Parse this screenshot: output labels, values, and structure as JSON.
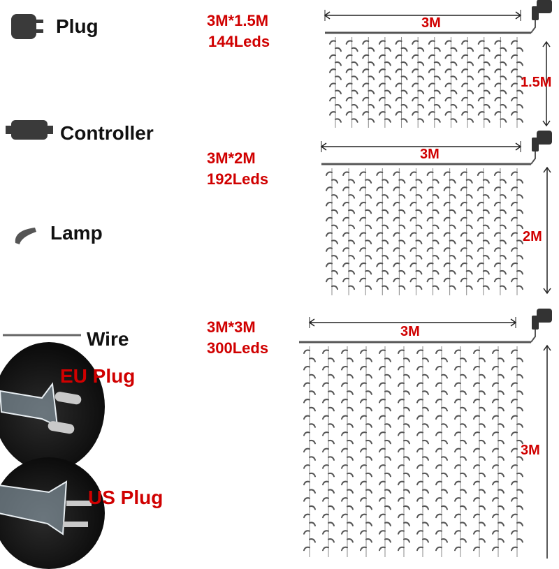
{
  "colors": {
    "accent": "#d00000",
    "text": "#111111",
    "line": "#555555"
  },
  "legend": {
    "plug": {
      "label": "Plug",
      "icon": "plug-icon"
    },
    "controller": {
      "label": "Controller",
      "icon": "controller-icon"
    },
    "lamp": {
      "label": "Lamp",
      "icon": "lamp-icon"
    },
    "wire": {
      "label": "Wire",
      "icon": "wire-icon"
    }
  },
  "plugs": {
    "eu": {
      "label": "EU Plug"
    },
    "us": {
      "label": "US Plug"
    }
  },
  "curtains": [
    {
      "size": "3M*1.5M",
      "leds": "144Leds",
      "width": "3M",
      "height": "1.5M",
      "strands": 12,
      "leds_per_strand": 12
    },
    {
      "size": "3M*2M",
      "leds": "192Leds",
      "width": "3M",
      "height": "2M",
      "strands": 12,
      "leds_per_strand": 16
    },
    {
      "size": "3M*3M",
      "leds": "300Leds",
      "width": "3M",
      "height": "3M",
      "strands": 12,
      "leds_per_strand": 25
    }
  ]
}
